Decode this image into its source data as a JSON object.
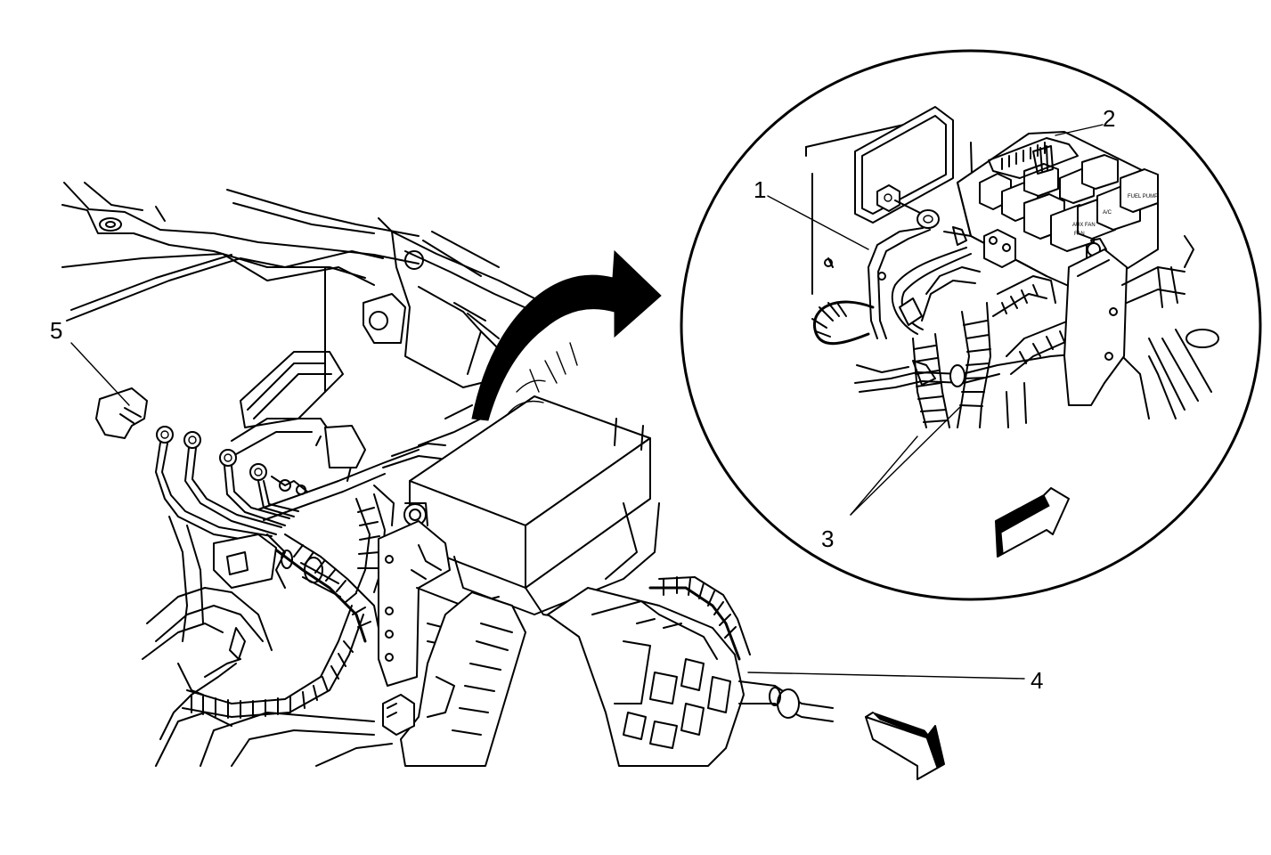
{
  "callouts": [
    {
      "id": "1",
      "label": "1"
    },
    {
      "id": "2",
      "label": "2"
    },
    {
      "id": "3",
      "label": "3"
    },
    {
      "id": "4",
      "label": "4"
    },
    {
      "id": "5",
      "label": "5"
    }
  ],
  "relay_labels": {
    "fuel_pump": "FUEL PUMP",
    "ac": "A/C",
    "aux_fan": "AUX FAN",
    "main_fan": "FAN"
  },
  "icons": [
    "view-direction-arrow",
    "detail-transfer-arrow"
  ]
}
